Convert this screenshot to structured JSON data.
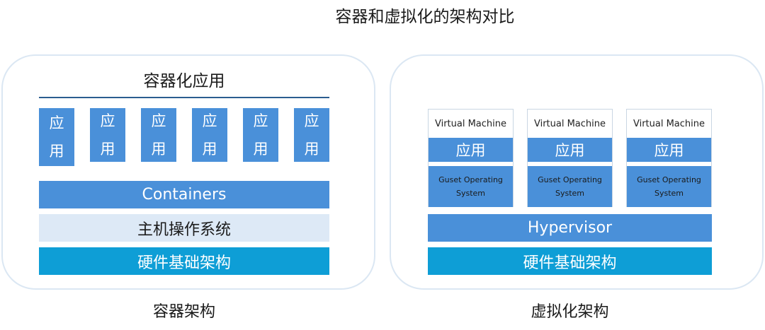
{
  "title": "容器和虚拟化的架构对比",
  "container": {
    "heading": "容器化应用",
    "app_chars": [
      "应",
      "用"
    ],
    "containers": "Containers",
    "host_os": "主机操作系统",
    "hardware": "硬件基础架构",
    "caption": "容器架构"
  },
  "virtualization": {
    "vm_name": "Virtual Machine",
    "app": "应用",
    "guest_os_line1": "Guset Operating",
    "guest_os_line2": "System",
    "hypervisor": "Hypervisor",
    "hardware": "硬件基础架构",
    "caption": "虚拟化架构"
  },
  "colors": {
    "blue": "#4a90d9",
    "light": "#dde9f6",
    "teal": "#0e9ed6",
    "panel_border": "#dbe7f3"
  }
}
